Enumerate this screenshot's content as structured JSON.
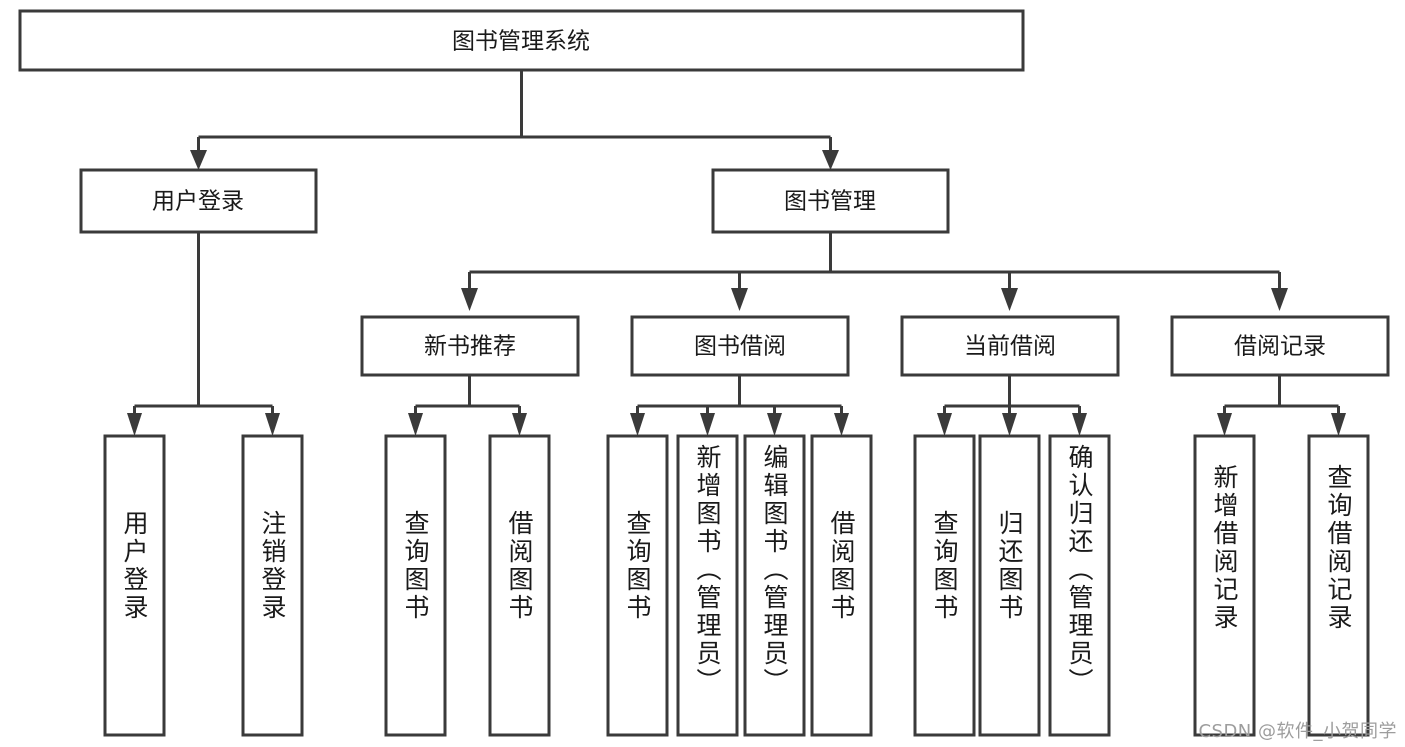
{
  "diagram": {
    "type": "tree",
    "title": "图书管理系统",
    "root": {
      "id": "root",
      "label": "图书管理系统",
      "orientation": "horizontal"
    },
    "level2": [
      {
        "id": "user-login",
        "label": "用户登录",
        "orientation": "horizontal"
      },
      {
        "id": "book-manage",
        "label": "图书管理",
        "orientation": "horizontal"
      }
    ],
    "level3": [
      {
        "id": "new-book-rec",
        "label": "新书推荐",
        "parent": "book-manage",
        "orientation": "horizontal"
      },
      {
        "id": "book-borrow",
        "label": "图书借阅",
        "parent": "book-manage",
        "orientation": "horizontal"
      },
      {
        "id": "current-borrow",
        "label": "当前借阅",
        "parent": "book-manage",
        "orientation": "horizontal"
      },
      {
        "id": "borrow-record",
        "label": "借阅记录",
        "parent": "book-manage",
        "orientation": "horizontal"
      }
    ],
    "leaves": [
      {
        "id": "leaf-user-login",
        "label": "用户登录",
        "parent": "user-login",
        "orientation": "vertical"
      },
      {
        "id": "leaf-logout-login",
        "label": "注销登录",
        "parent": "user-login",
        "orientation": "vertical"
      },
      {
        "id": "leaf-query-book-1",
        "label": "查询图书",
        "parent": "new-book-rec",
        "orientation": "vertical"
      },
      {
        "id": "leaf-borrow-book-1",
        "label": "借阅图书",
        "parent": "new-book-rec",
        "orientation": "vertical"
      },
      {
        "id": "leaf-query-book-2",
        "label": "查询图书",
        "parent": "book-borrow",
        "orientation": "vertical"
      },
      {
        "id": "leaf-add-book",
        "label": "新增图书（管理员）",
        "parent": "book-borrow",
        "orientation": "vertical"
      },
      {
        "id": "leaf-edit-book",
        "label": "编辑图书（管理员）",
        "parent": "book-borrow",
        "orientation": "vertical"
      },
      {
        "id": "leaf-borrow-book-2",
        "label": "借阅图书",
        "parent": "book-borrow",
        "orientation": "vertical"
      },
      {
        "id": "leaf-query-book-3",
        "label": "查询图书",
        "parent": "current-borrow",
        "orientation": "vertical"
      },
      {
        "id": "leaf-return-book",
        "label": "归还图书",
        "parent": "current-borrow",
        "orientation": "vertical"
      },
      {
        "id": "leaf-confirm-return",
        "label": "确认归还（管理员）",
        "parent": "current-borrow",
        "orientation": "vertical"
      },
      {
        "id": "leaf-add-record",
        "label": "新增借阅记录",
        "parent": "borrow-record",
        "orientation": "vertical"
      },
      {
        "id": "leaf-query-record",
        "label": "查询借阅记录",
        "parent": "borrow-record",
        "orientation": "vertical"
      }
    ],
    "colors": {
      "stroke": "#3a3a3a",
      "box_fill": "#ffffff",
      "text": "#1a1a1a",
      "background": "#ffffff",
      "watermark": "#9d9d9d"
    }
  },
  "watermark": {
    "text": "CSDN @软件_小贺同学"
  }
}
